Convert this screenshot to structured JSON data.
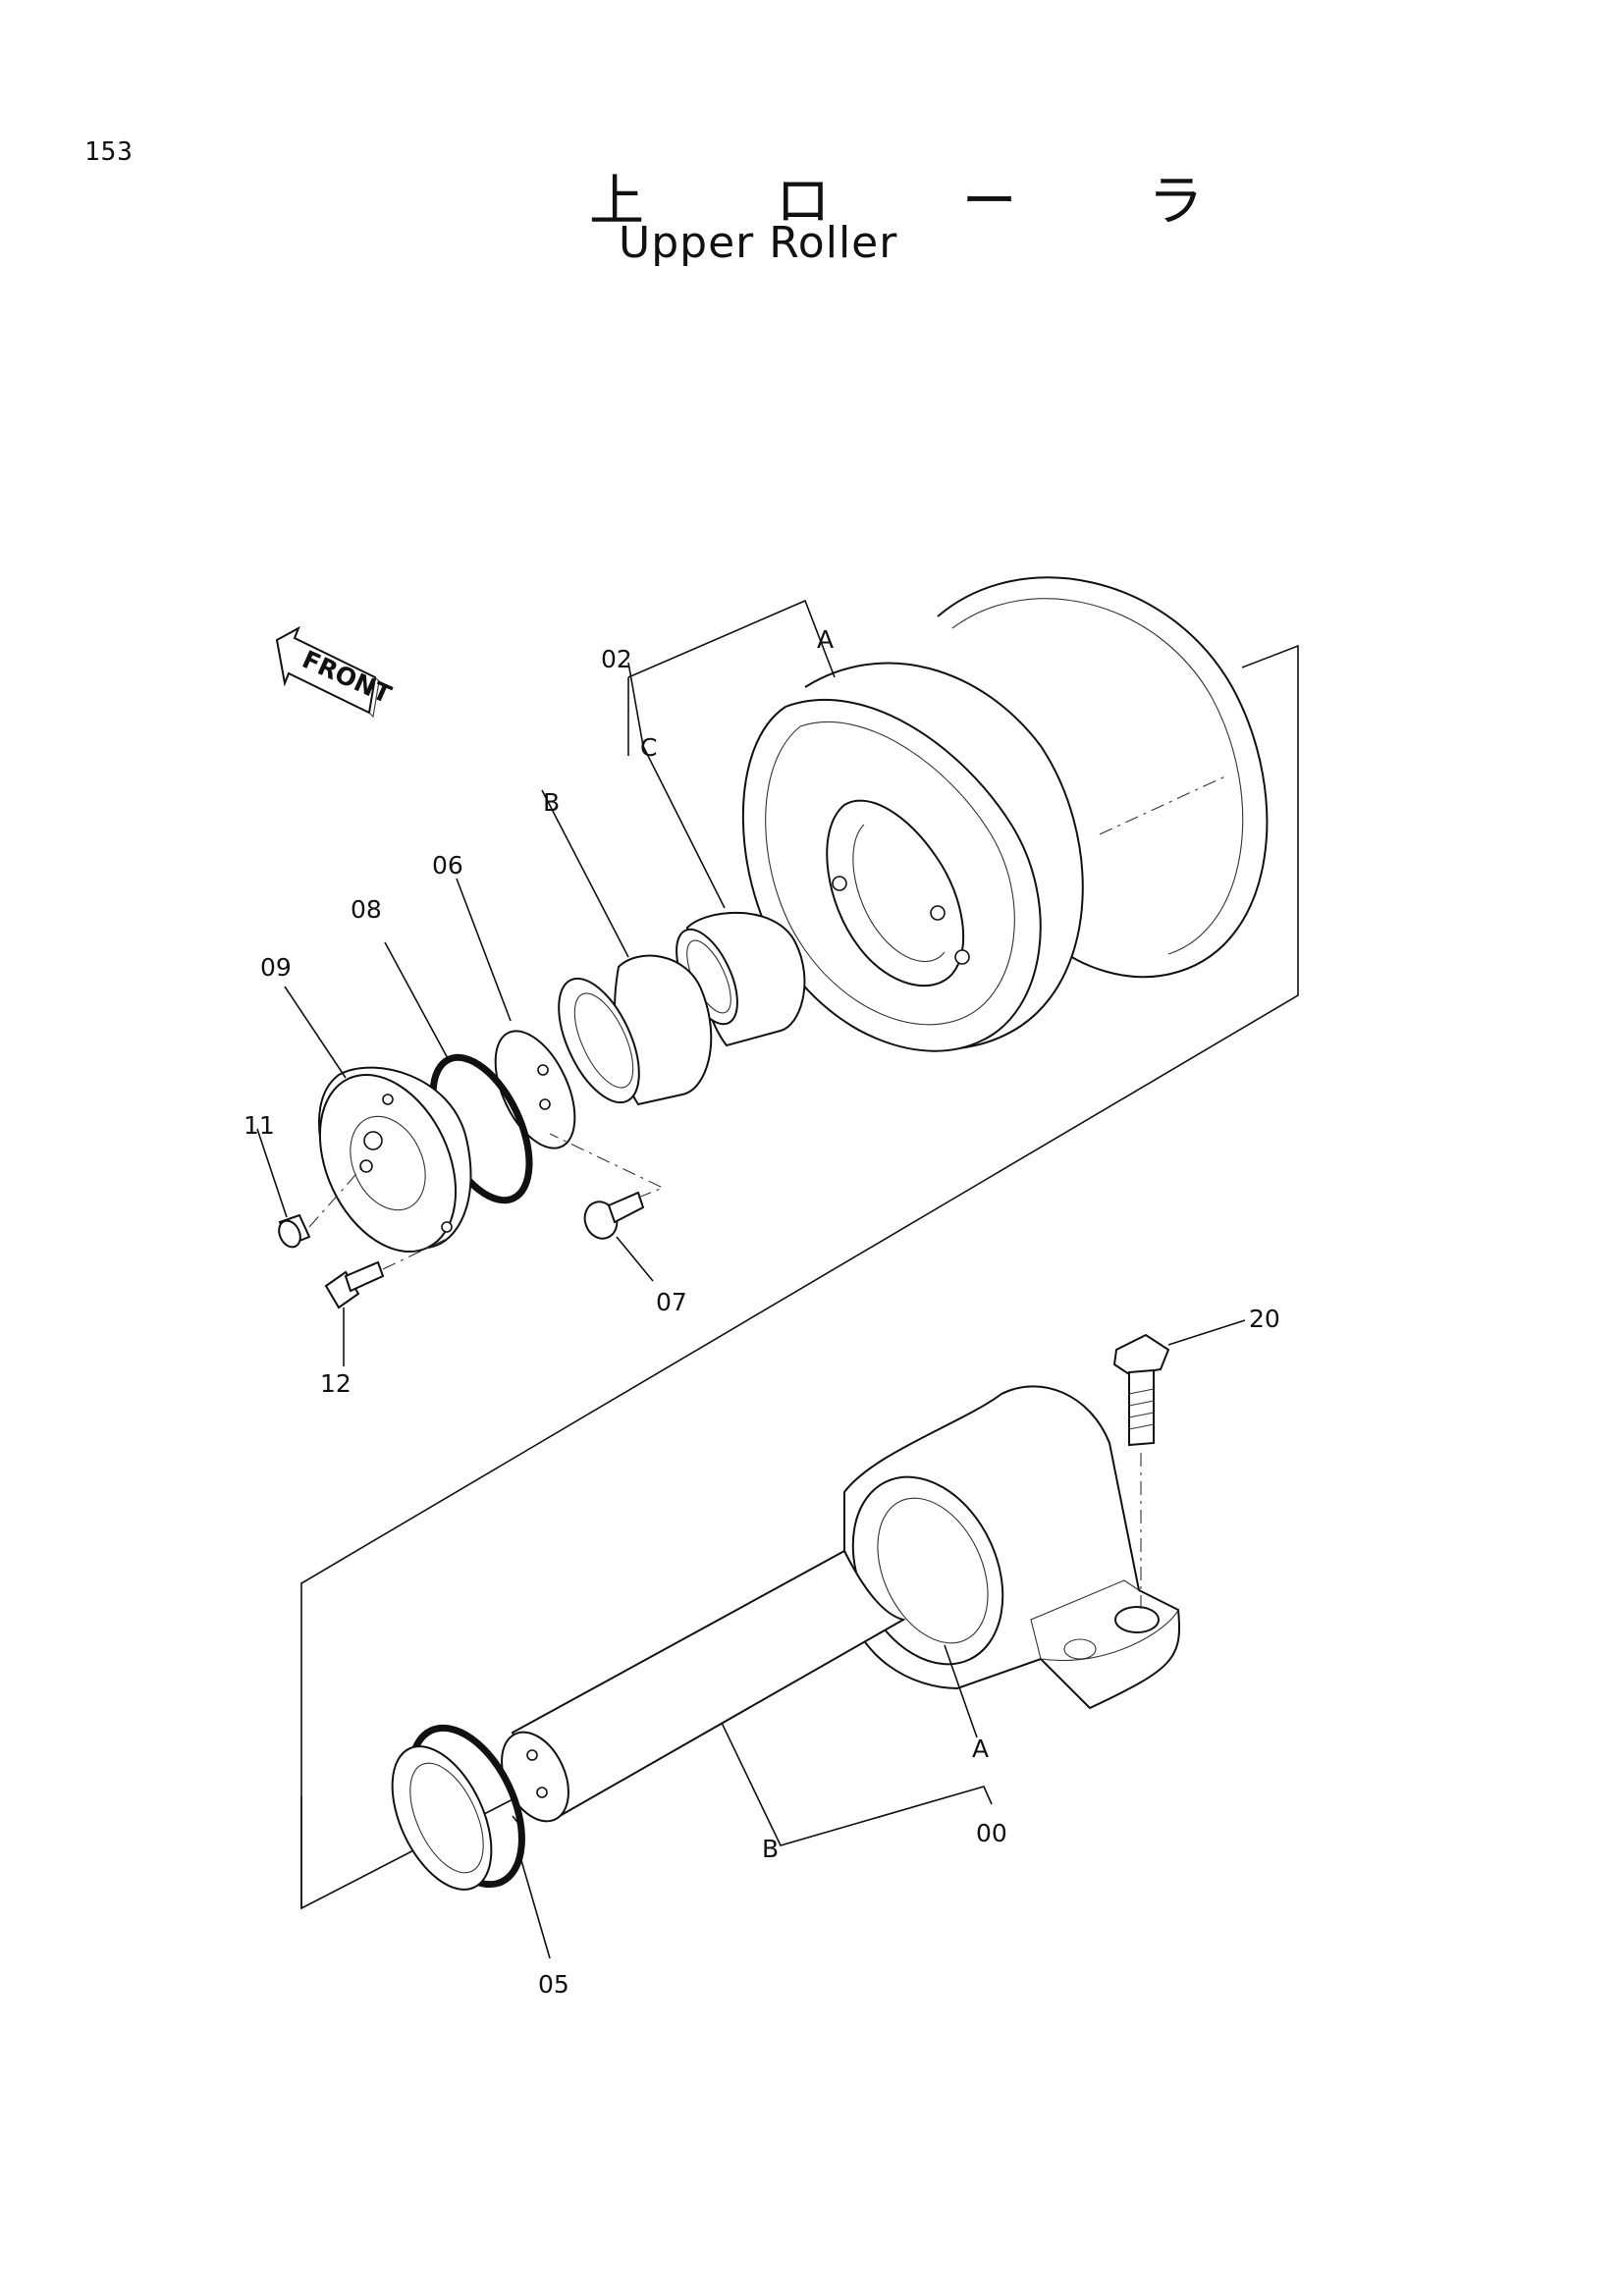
{
  "page": {
    "number": "153"
  },
  "title": {
    "japanese": "上 ロ ー ラ",
    "english": "Upper Roller"
  },
  "front_arrow_label": "FRONT",
  "callouts": {
    "c02": "02",
    "cA_top": "A",
    "cB_top": "B",
    "cC": "C",
    "c06": "06",
    "c08": "08",
    "c09": "09",
    "c11": "11",
    "c07": "07",
    "c12": "12",
    "c20": "20",
    "cA_bottom": "A",
    "cB_bottom": "B",
    "c00": "00",
    "c05": "05"
  }
}
